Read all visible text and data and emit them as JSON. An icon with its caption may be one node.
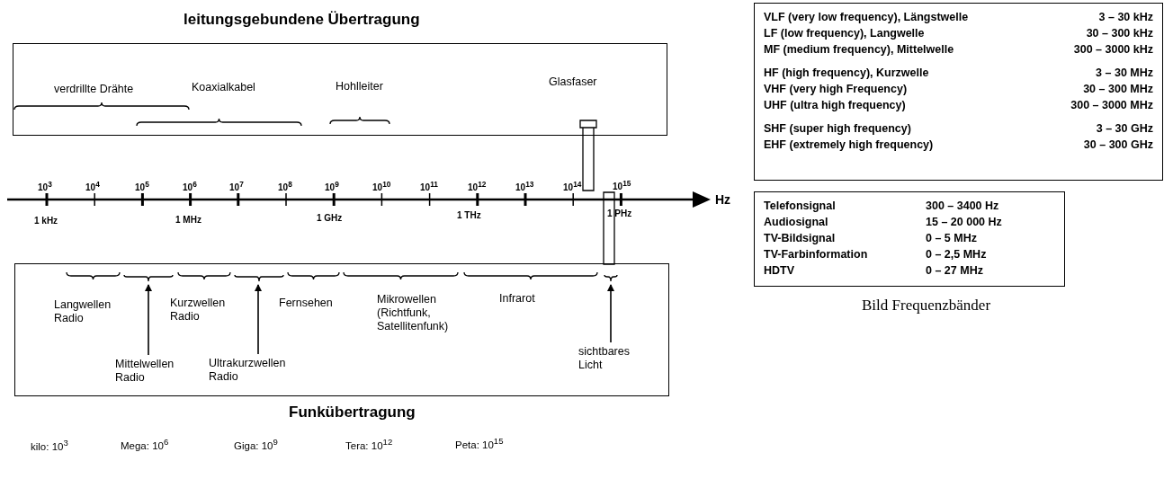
{
  "diagram": {
    "caption": "Bild Frequenzbänder",
    "nodes": [
      {
        "text": [
          "leitungsgebundene Übertragung"
        ]
      },
      {
        "text": [
          "verdrillte Drähte"
        ],
        "in": 0
      },
      {
        "text": [
          "Koaxialkabel"
        ],
        "in": 0
      },
      {
        "text": [
          "Hohlleiter"
        ],
        "in": 0
      },
      {
        "text": [
          "Glasfaser"
        ],
        "in": 0
      },
      {
        "text": [
          "Funkübertragung"
        ]
      },
      {
        "text": [
          "Langwellen Radio"
        ],
        "in": 5
      },
      {
        "text": [
          "Mittelwellen Radio"
        ],
        "in": 5
      },
      {
        "text": [
          "Kurzwellen Radio"
        ],
        "in": 5
      },
      {
        "text": [
          "Ultrakurzwellen Radio"
        ],
        "in": 5
      },
      {
        "text": [
          "Fernsehen"
        ],
        "in": 5
      },
      {
        "text": [
          "Mikrowellen (Richtfunk, Satellitenfunk)"
        ],
        "in": 5
      },
      {
        "text": [
          "Infrarot"
        ],
        "in": 5
      },
      {
        "text": [
          "sichtbares Licht"
        ],
        "in": 5
      },
      {
        "text": [
          "VLF (very low frequency), Längstwelle",
          "3 – 30 kHz",
          "LF (low frequency), Langwelle",
          "30 – 300 kHz",
          "MF (medium frequency), Mittelwelle",
          "300 – 3000 kHz",
          "HF (high frequency), Kurzwelle",
          "3 – 30 MHz",
          "VHF (very high Frequency)",
          "30 – 300 MHz",
          "UHF (ultra high frequency)",
          "300 – 3000 MHz",
          "SHF (super high frequency)",
          "3 – 30 GHz",
          "EHF (extremely high frequency)",
          "30 – 300 GHz"
        ]
      },
      {
        "text": [
          "Telefonsignal",
          "300 – 3400 Hz",
          "Audiosignal",
          "15 – 20 000 Hz",
          "TV-Bildsignal",
          "0 – 5 MHz",
          "TV-Farbinformation",
          "0 – 2,5 MHz",
          "HDTV",
          "0 – 27 MHz"
        ]
      },
      {
        "text": [],
        "shape": "bar"
      },
      {
        "text": [],
        "shape": "bar"
      },
      {
        "text": [],
        "shape": "bracket",
        "in": 5
      },
      {
        "text": [],
        "shape": "bracket",
        "in": 5
      },
      {
        "text": [],
        "shape": "bracket",
        "in": 5
      }
    ],
    "edges": [
      {
        "from": 7,
        "to": 18,
        "arrow": "to"
      },
      {
        "from": 9,
        "to": 19,
        "arrow": "to"
      },
      {
        "from": 13,
        "to": 20,
        "arrow": "to"
      }
    ],
    "labels": [
      "10$^{3}$",
      "10$^{4}$",
      "10$^{5}$",
      "10$^{6}$",
      "10$^{7}$",
      "10$^{8}$",
      "10$^{9}$",
      "10$^{10}$",
      "10$^{11}$",
      "10$^{12}$",
      "10$^{13}$",
      "10$^{14}$",
      "10$^{15}$",
      "Hz",
      "1 kHz",
      "1 MHz",
      "1 GHz",
      "1 THz",
      "1 PHz",
      "kilo: 10$^{3}$",
      "Mega: 10$^{6}$",
      "Giga: 10$^{9}$",
      "Tera: 10$^{12}$",
      "Peta: 10$^{15}$"
    ]
  }
}
